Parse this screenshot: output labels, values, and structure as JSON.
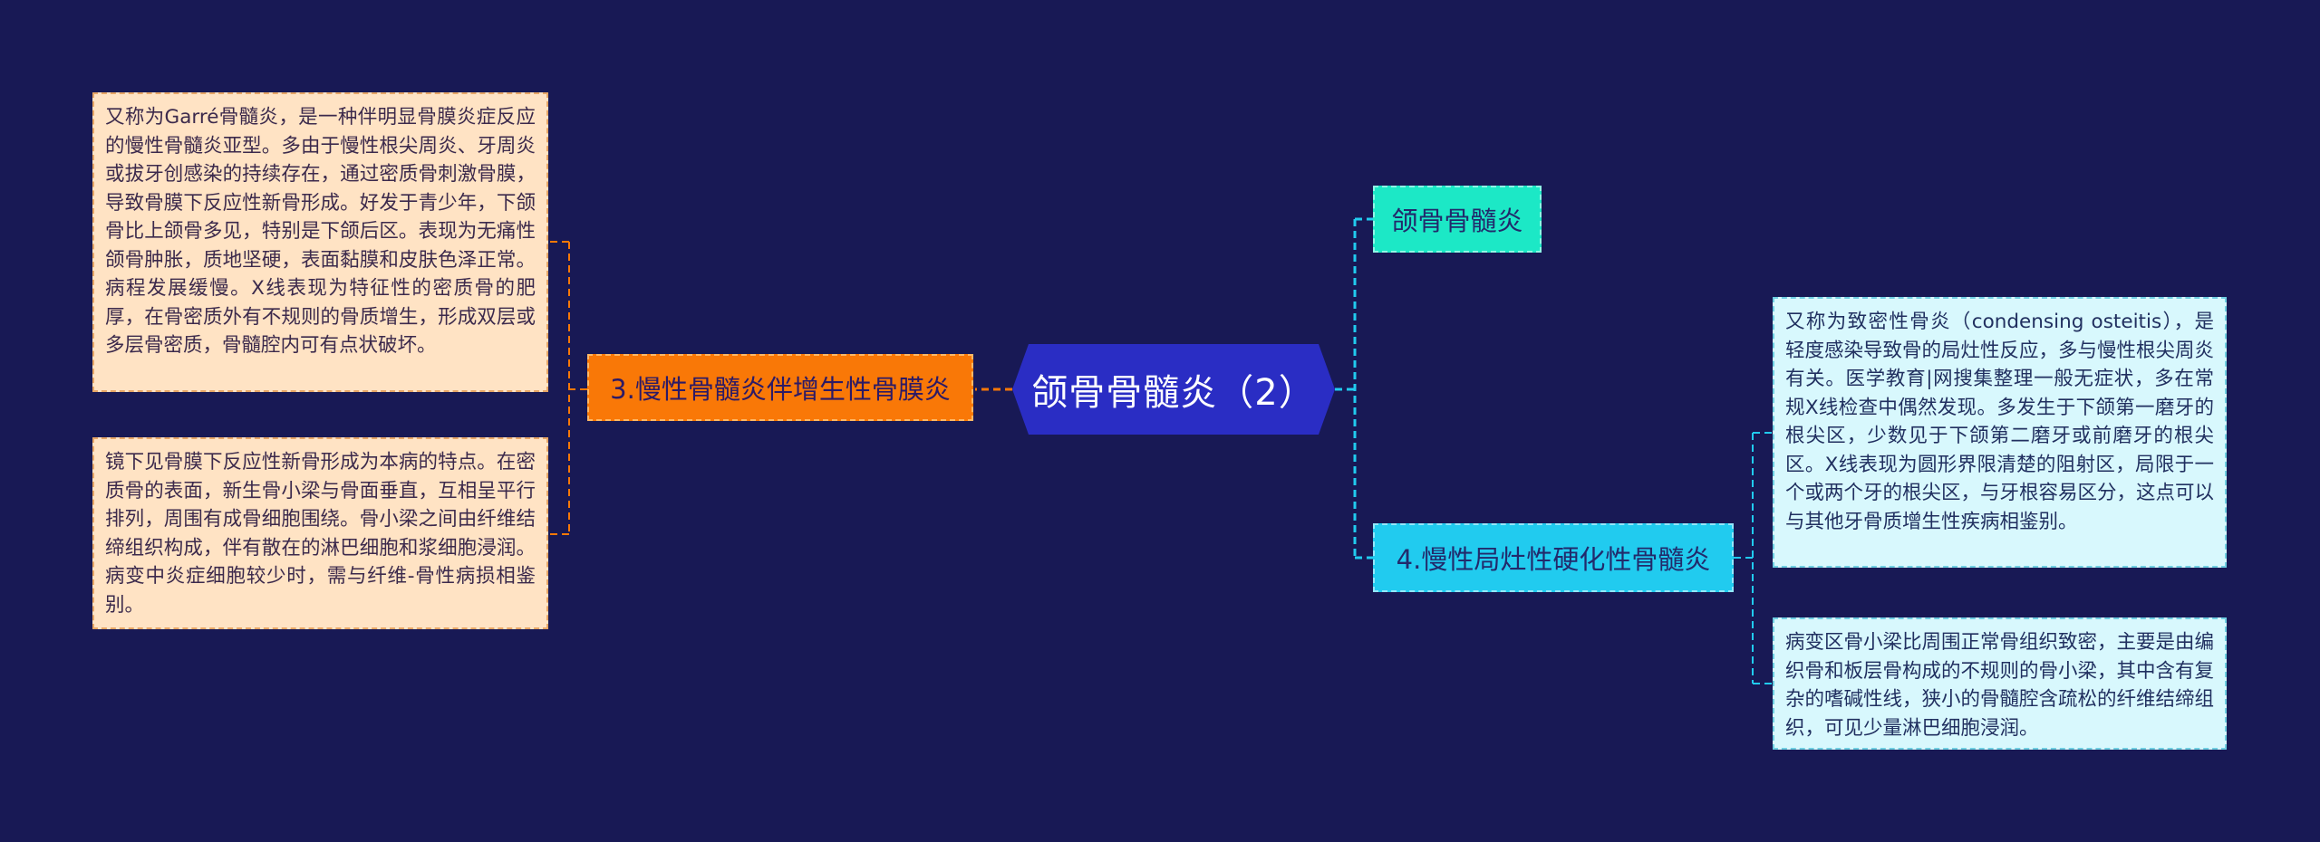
{
  "root": {
    "title": "颌骨骨髓炎（2）"
  },
  "left_branch": {
    "label": "3.慢性骨髓炎伴增生性骨膜炎",
    "notes": [
      "又称为Garré骨髓炎，是一种伴明显骨膜炎症反应的慢性骨髓炎亚型。多由于慢性根尖周炎、牙周炎或拔牙创感染的持续存在，通过密质骨刺激骨膜，导致骨膜下反应性新骨形成。好发于青少年，下颌骨比上颌骨多见，特别是下颌后区。表现为无痛性颌骨肿胀，质地坚硬，表面黏膜和皮肤色泽正常。病程发展缓慢。X线表现为特征性的密质骨的肥厚，在骨密质外有不规则的骨质增生，形成双层或多层骨密质，骨髓腔内可有点状破坏。",
      "镜下见骨膜下反应性新骨形成为本病的特点。在密质骨的表面，新生骨小梁与骨面垂直，互相呈平行排列，周围有成骨细胞围绕。骨小梁之间由纤维结缔组织构成，伴有散在的淋巴细胞和浆细胞浸润。病变中炎症细胞较少时，需与纤维-骨性病损相鉴别。"
    ]
  },
  "right_top_branch": {
    "label": "颌骨骨髓炎"
  },
  "right_bottom_branch": {
    "label": "4.慢性局灶性硬化性骨髓炎",
    "notes": [
      "又称为致密性骨炎（condensing osteitis），是轻度感染导致骨的局灶性反应，多与慢性根尖周炎有关。医学教育|网搜集整理一般无症状，多在常规X线检查中偶然发现。多发生于下颌第一磨牙的根尖区，少数见于下颌第二磨牙或前磨牙的根尖区。X线表现为圆形界限清楚的阻射区，局限于一个或两个牙的根尖区，与牙根容易区分，这点可以与其他牙骨质增生性疾病相鉴别。",
      "病变区骨小梁比周围正常骨组织致密，主要是由编织骨和板层骨构成的不规则的骨小梁，其中含有复杂的嗜碱性线，狭小的骨髓腔含疏松的纤维结缔组织，可见少量淋巴细胞浸润。"
    ]
  },
  "colors": {
    "background": "#181955",
    "root_fill": "#2a2dc4",
    "orange_branch": "#f97807",
    "orange_line": "#f97807",
    "teal_branch": "#1ce8c6",
    "cyan_branch": "#21cbef",
    "cyan_line": "#21cbef",
    "orange_note": "#ffe3c4",
    "cyan_note": "#d8f8fd"
  }
}
